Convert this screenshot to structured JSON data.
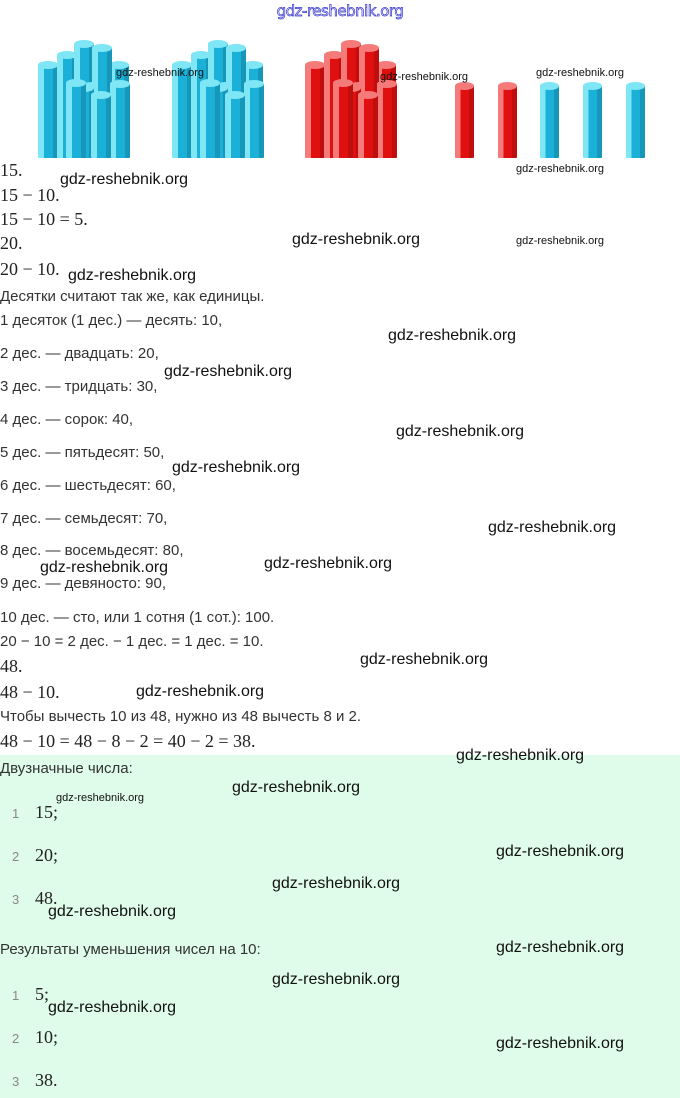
{
  "site_header": "gdz-reshebnik.org",
  "illustration": {
    "bundles": [
      "blue",
      "blue",
      "red"
    ],
    "singles": [
      "red",
      "red",
      "blue",
      "blue",
      "blue"
    ],
    "colors": {
      "blue": "#1ab0d8",
      "blue_cap": "#7ee6f5",
      "red": "#e01010",
      "red_cap": "#f57a7a"
    }
  },
  "lines": [
    "15.",
    "15 − 10.",
    "15 − 10 = 5.",
    "20.",
    "20 − 10.",
    "Десятки считают так же, как единицы.",
    "1 десяток (1 дес.) — десять: 10,",
    "2 дес. — двадцать: 20,",
    "3 дес. — тридцать: 30,",
    "4 дес. — сорок: 40,",
    "5 дес. — пятьдесят: 50,",
    "6 дес. — шестьдесят: 60,",
    "7 дес. — семьдесят: 70,",
    "8 дес. — восемьдесят: 80,",
    "9 дес. — девяносто: 90,",
    "10 дес. — сто, или 1 сотня (1 сот.): 100.",
    "20 − 10 = 2 дес. − 1 дес. = 1 дес. = 10.",
    "48.",
    "48 − 10.",
    "Чтобы вычесть 10 из 48, нужно из 48 вычесть 8 и 2.",
    "48 − 10 = 48 − 8 − 2 = 40 − 2 = 38."
  ],
  "answer": {
    "heading1": "Двузначные числа:",
    "list1": [
      {
        "n": "1",
        "v": "15;"
      },
      {
        "n": "2",
        "v": "20;"
      },
      {
        "n": "3",
        "v": "48."
      }
    ],
    "heading2": "Результаты уменьшения чисел на 10:",
    "list2": [
      {
        "n": "1",
        "v": "5;"
      },
      {
        "n": "2",
        "v": "10;"
      },
      {
        "n": "3",
        "v": "38."
      }
    ]
  },
  "watermark": "gdz-reshebnik.org"
}
